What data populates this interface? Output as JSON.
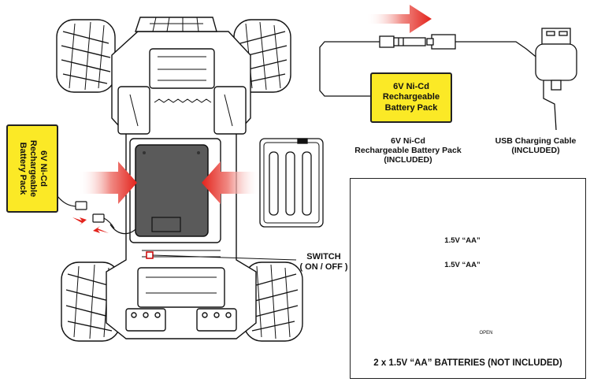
{
  "battery_pack_box": {
    "line1": "6V Ni-Cd",
    "line2": "Rechargeable",
    "line3": "Battery Pack"
  },
  "battery_pack_caption": {
    "line1": "6V Ni-Cd",
    "line2": "Rechargeable Battery Pack",
    "line3": "(INCLUDED)"
  },
  "usb_caption": {
    "line1": "USB Charging Cable",
    "line2": "(INCLUDED)"
  },
  "side_label": {
    "line1": "6V Ni-Cd",
    "line2": "Rechargeable",
    "line3": "Battery Pack"
  },
  "switch_label": {
    "line1": "SWITCH",
    "line2": "( ON / OFF )"
  },
  "controller": {
    "battery1": "1.5V “AA”",
    "battery2": "1.5V “AA”",
    "open_label": "OPEN",
    "caption": "2 x 1.5V “AA” BATTERIES (NOT INCLUDED)"
  },
  "colors": {
    "arrow_red": "#e3231c",
    "label_yellow": "#fbe926",
    "compartment_gray": "#5a5a5a"
  },
  "icons": [
    "red-arrow-icon",
    "plus-icon",
    "minus-icon",
    "usb-plug-icon",
    "connector-plug-icon"
  ]
}
